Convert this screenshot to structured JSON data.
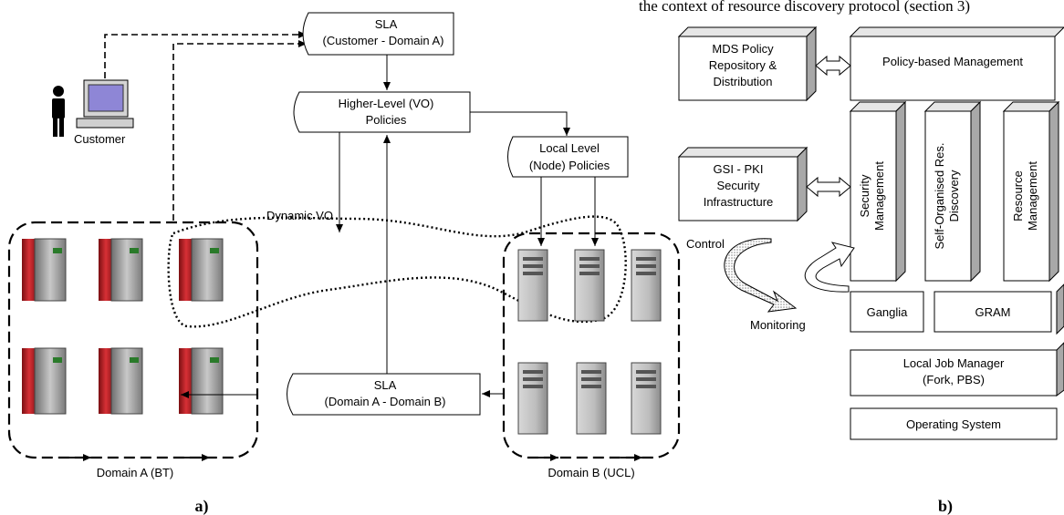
{
  "header_text": "the context of resource discovery protocol (section 3)",
  "captions": {
    "a": "a)",
    "b": "b)"
  },
  "diagram_a": {
    "customer_label": "Customer",
    "sla_customer": [
      "SLA",
      "(Customer - Domain A)"
    ],
    "vo_policies": [
      "Higher-Level (VO)",
      "Policies"
    ],
    "local_policies": [
      "Local Level",
      "(Node) Policies"
    ],
    "dynamic_vo_label": "Dynamic VO",
    "sla_domains": [
      "SLA",
      "(Domain A - Domain B)"
    ],
    "domain_a_label": "Domain A (BT)",
    "domain_b_label": "Domain B (UCL)",
    "colors": {
      "server_red": "#c0262b",
      "server_grey": "#8e8e8e",
      "tower_grey": "#b8b8b8"
    }
  },
  "diagram_b": {
    "mds": [
      "MDS Policy",
      "Repository &",
      "Distribution"
    ],
    "policy_mgmt": "Policy-based Management",
    "gsi": [
      "GSI - PKI",
      "Security",
      "Infrastructure"
    ],
    "security_mgmt": [
      "Security",
      "Management"
    ],
    "discovery": [
      "Self-Organised Res.",
      "Discovery"
    ],
    "resource_mgmt": [
      "Resource",
      "Management"
    ],
    "control_label": "Control",
    "monitoring_label": "Monitoring",
    "ganglia": "Ganglia",
    "gram": "GRAM",
    "job_manager": [
      "Local Job Manager",
      "(Fork, PBS)"
    ],
    "os": "Operating System",
    "colors": {
      "box_shadow": "#a8a8a8",
      "box_top": "#e6e6e6"
    }
  }
}
